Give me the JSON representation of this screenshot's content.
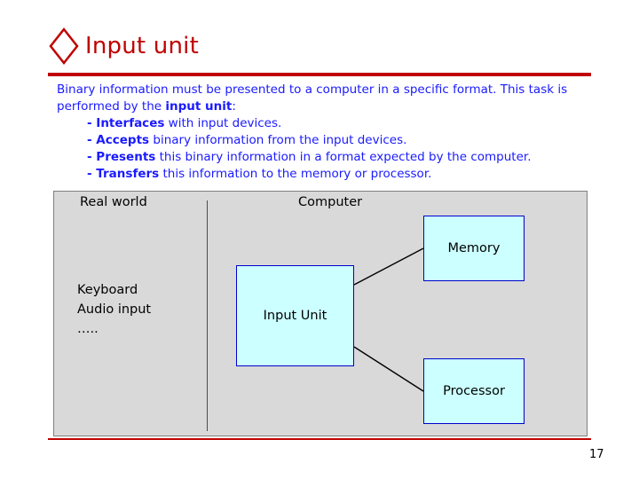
{
  "slide": {
    "title": "Input unit",
    "title_color": "#c00000",
    "bullet_icon": "diamond-bullet-icon",
    "page_number": "17",
    "body": {
      "paragraph": "Binary information must be presented to a computer in a specific format. This task is performed by the ",
      "paragraph_bold": "input unit",
      "paragraph_tail": ":",
      "items": [
        {
          "keyword": "- Interfaces",
          "text": " with input devices."
        },
        {
          "keyword": "- Accepts",
          "text": " binary information from the input devices."
        },
        {
          "keyword": "- Presents",
          "text": " this binary information in a format expected by the computer."
        },
        {
          "keyword": "- Transfers",
          "text": " this information to the memory or processor."
        }
      ]
    },
    "diagram": {
      "label_real_world": "Real world",
      "label_computer": "Computer",
      "devices": [
        "Keyboard",
        "Audio input",
        "….."
      ],
      "boxes": {
        "input_unit": "Input Unit",
        "memory": "Memory",
        "processor": "Processor"
      },
      "box_fill": "#ccffff",
      "box_border": "#0000cc",
      "panel_fill": "#d9d9d9"
    }
  }
}
